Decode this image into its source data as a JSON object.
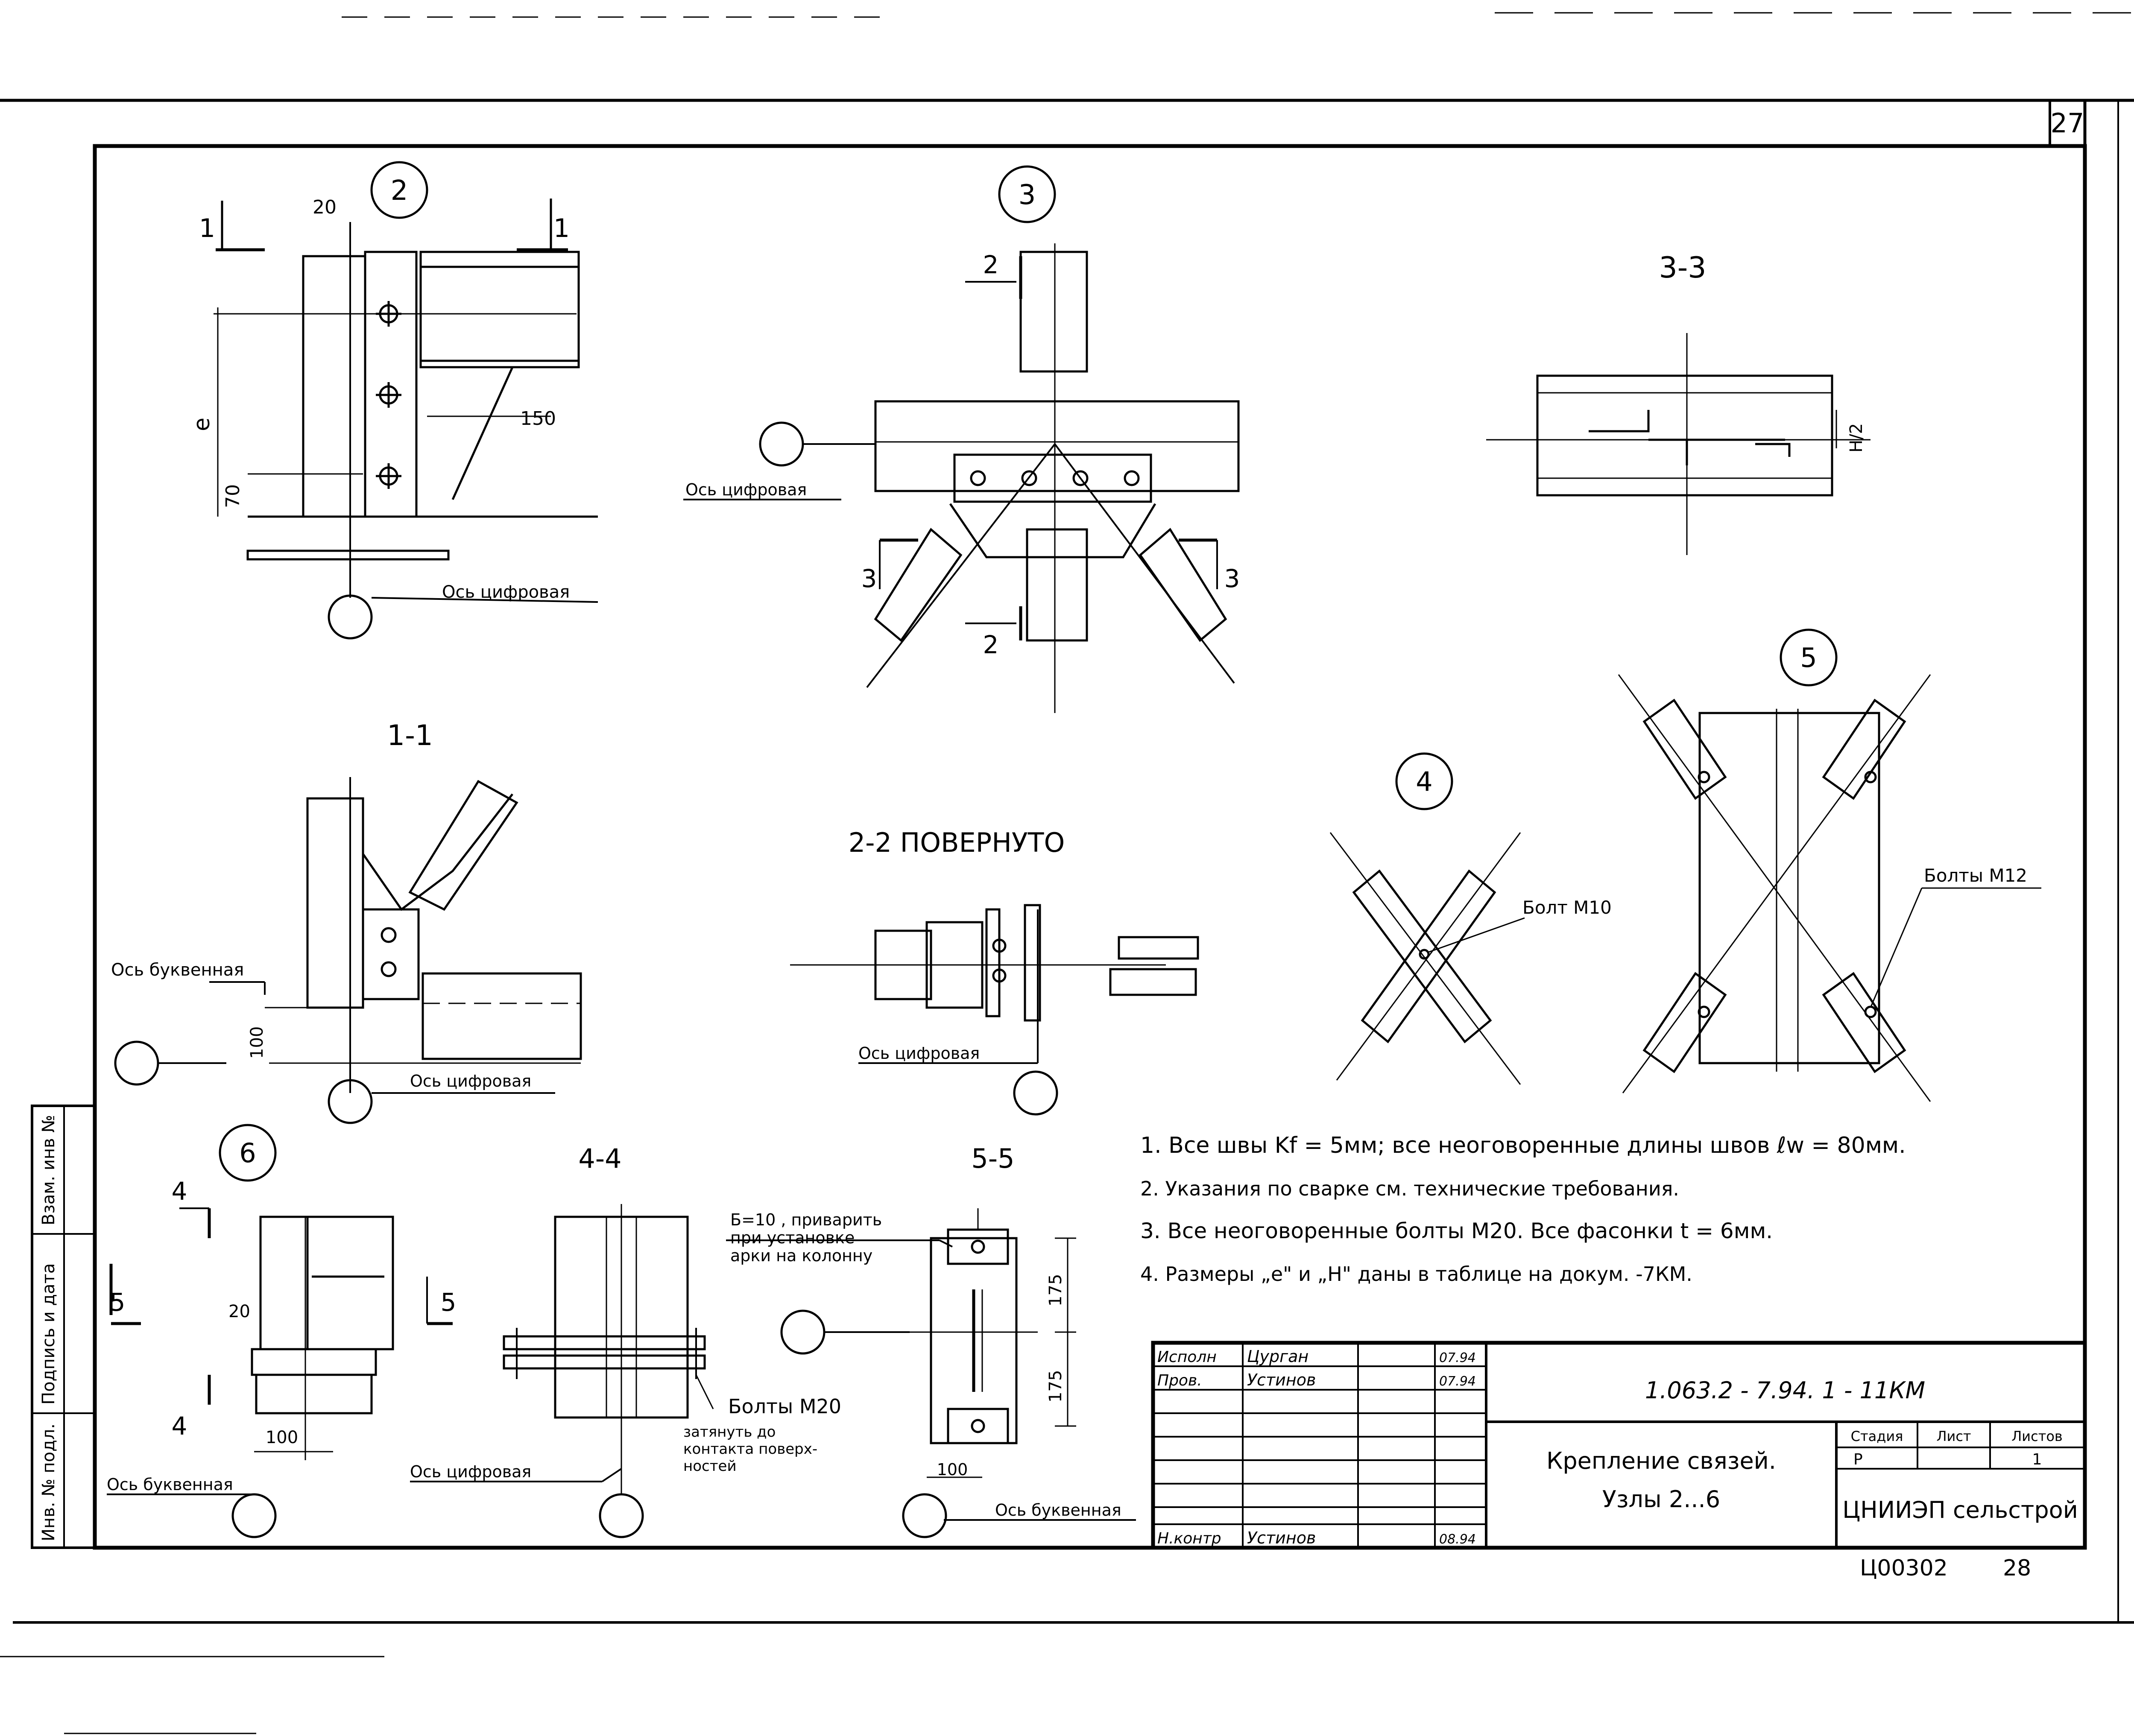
{
  "sheet_number": "27",
  "nodes": {
    "n2": "2",
    "n3": "3",
    "n4": "4",
    "n5": "5",
    "n6": "6"
  },
  "sections": {
    "s33": "3-3",
    "s11": "1-1",
    "s22": "2-2 ПОВЕРНУТО",
    "s44": "4-4",
    "s55": "5-5"
  },
  "cut_marks": {
    "one": "1",
    "two": "2",
    "three": "3",
    "four": "4",
    "five": "5"
  },
  "labels": {
    "axis_digital": "Ось цифровая",
    "axis_letter": "Ось буквенная",
    "bolt_m10": "Болт М10",
    "bolts_m12": "Болты М12",
    "bolts_m20": "Болты М20",
    "tighten_note": [
      "затянуть до",
      "контакта поверх-",
      "ностей"
    ],
    "weld_note": [
      "Б=10 , приварить",
      "при установке",
      "арки на колонну"
    ]
  },
  "dims": {
    "d20": "20",
    "d150": "150",
    "d70": "70",
    "e": "e",
    "d100": "100",
    "d175": "175",
    "hhalf": "Н/2"
  },
  "notes": [
    "1. Все швы Kf = 5мм; все неоговоренные длины швов  ℓw = 80мм.",
    "2. Указания по сварке см. технические требования.",
    "3. Все неоговоренные болты М20. Все фасонки t = 6мм.",
    "4. Размеры „е\" и „Н\" даны в таблице на докум. -7КМ."
  ],
  "title_block": {
    "rows": [
      {
        "role": "Исполн",
        "name": "Цурган",
        "date": "07.94"
      },
      {
        "role": "Пров.",
        "name": "Устинов",
        "date": "07.94"
      },
      {
        "role": "Н.контр",
        "name": "Устинов",
        "date": "08.94"
      }
    ],
    "designation": "1.063.2 - 7.94. 1 - 11КМ",
    "title_line1": "Крепление связей.",
    "title_line2": "Узлы 2...6",
    "stage_label": "Стадия",
    "sheet_label": "Лист",
    "sheets_label": "Листов",
    "stage": "Р",
    "sheet": "1",
    "organization": "ЦНИИЭП сельстрой",
    "archive_no": "Ц00302",
    "archive_page": "28"
  },
  "side_stamp": {
    "inv_podl": "Инв. № подл.",
    "podpis": "Подпись и дата",
    "vzam": "Взам. инв №"
  }
}
